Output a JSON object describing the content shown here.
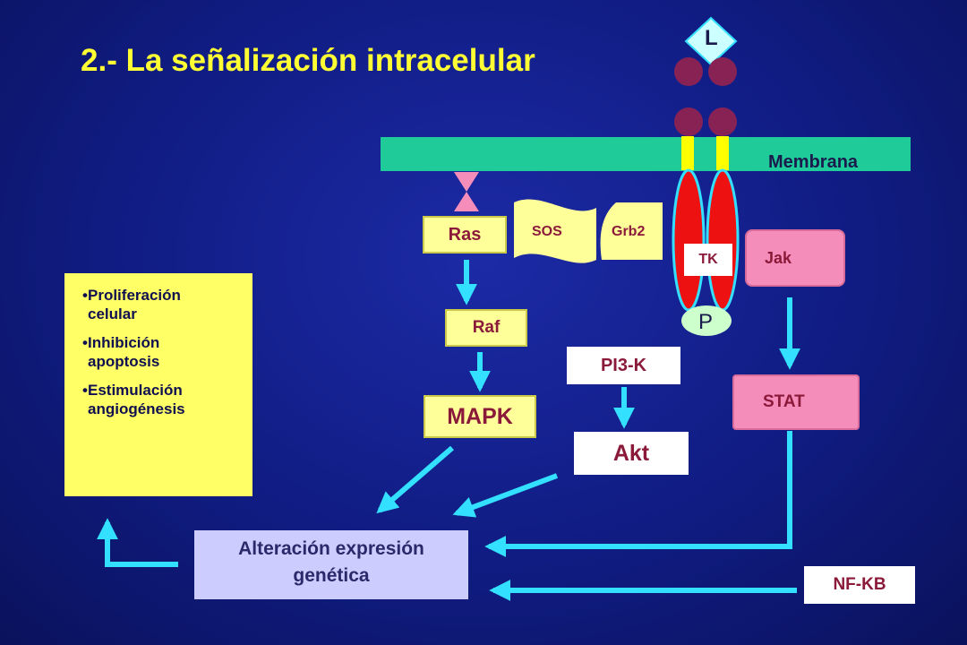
{
  "slide": {
    "title": "2.- La señalización intracelular",
    "membrane_label": "Membrana",
    "ligand_label": "L",
    "phospho_label": "P",
    "receptor_kinase_label": "TK"
  },
  "nodes": {
    "ras": "Ras",
    "sos": "SOS",
    "grb2": "Grb2",
    "jak": "Jak",
    "raf": "Raf",
    "pi3k": "PI3-K",
    "stat": "STAT",
    "mapk": "MAPK",
    "akt": "Akt",
    "nfkb": "NF-KB",
    "alteracion_line1": "Alteración expresión",
    "alteracion_line2": "genética"
  },
  "effects": {
    "items": [
      {
        "line1": "Proliferación",
        "line2": "celular"
      },
      {
        "line1": "Inhibición",
        "line2": "apoptosis"
      },
      {
        "line1": "Estimulación",
        "line2": "angiogénesis"
      }
    ]
  },
  "colors": {
    "background": "#101c82",
    "title": "#ffff33",
    "membrane": "#1fcc99",
    "arrow": "#33e0ff",
    "receptor": "#ee1111",
    "receptor_outline": "#33e0ff",
    "ligand_sphere": "#882255",
    "effects_box": "#ffff66",
    "node_yellow": "#ffff99",
    "node_pink": "#f58dbb",
    "node_text": "#8b1a3a"
  }
}
